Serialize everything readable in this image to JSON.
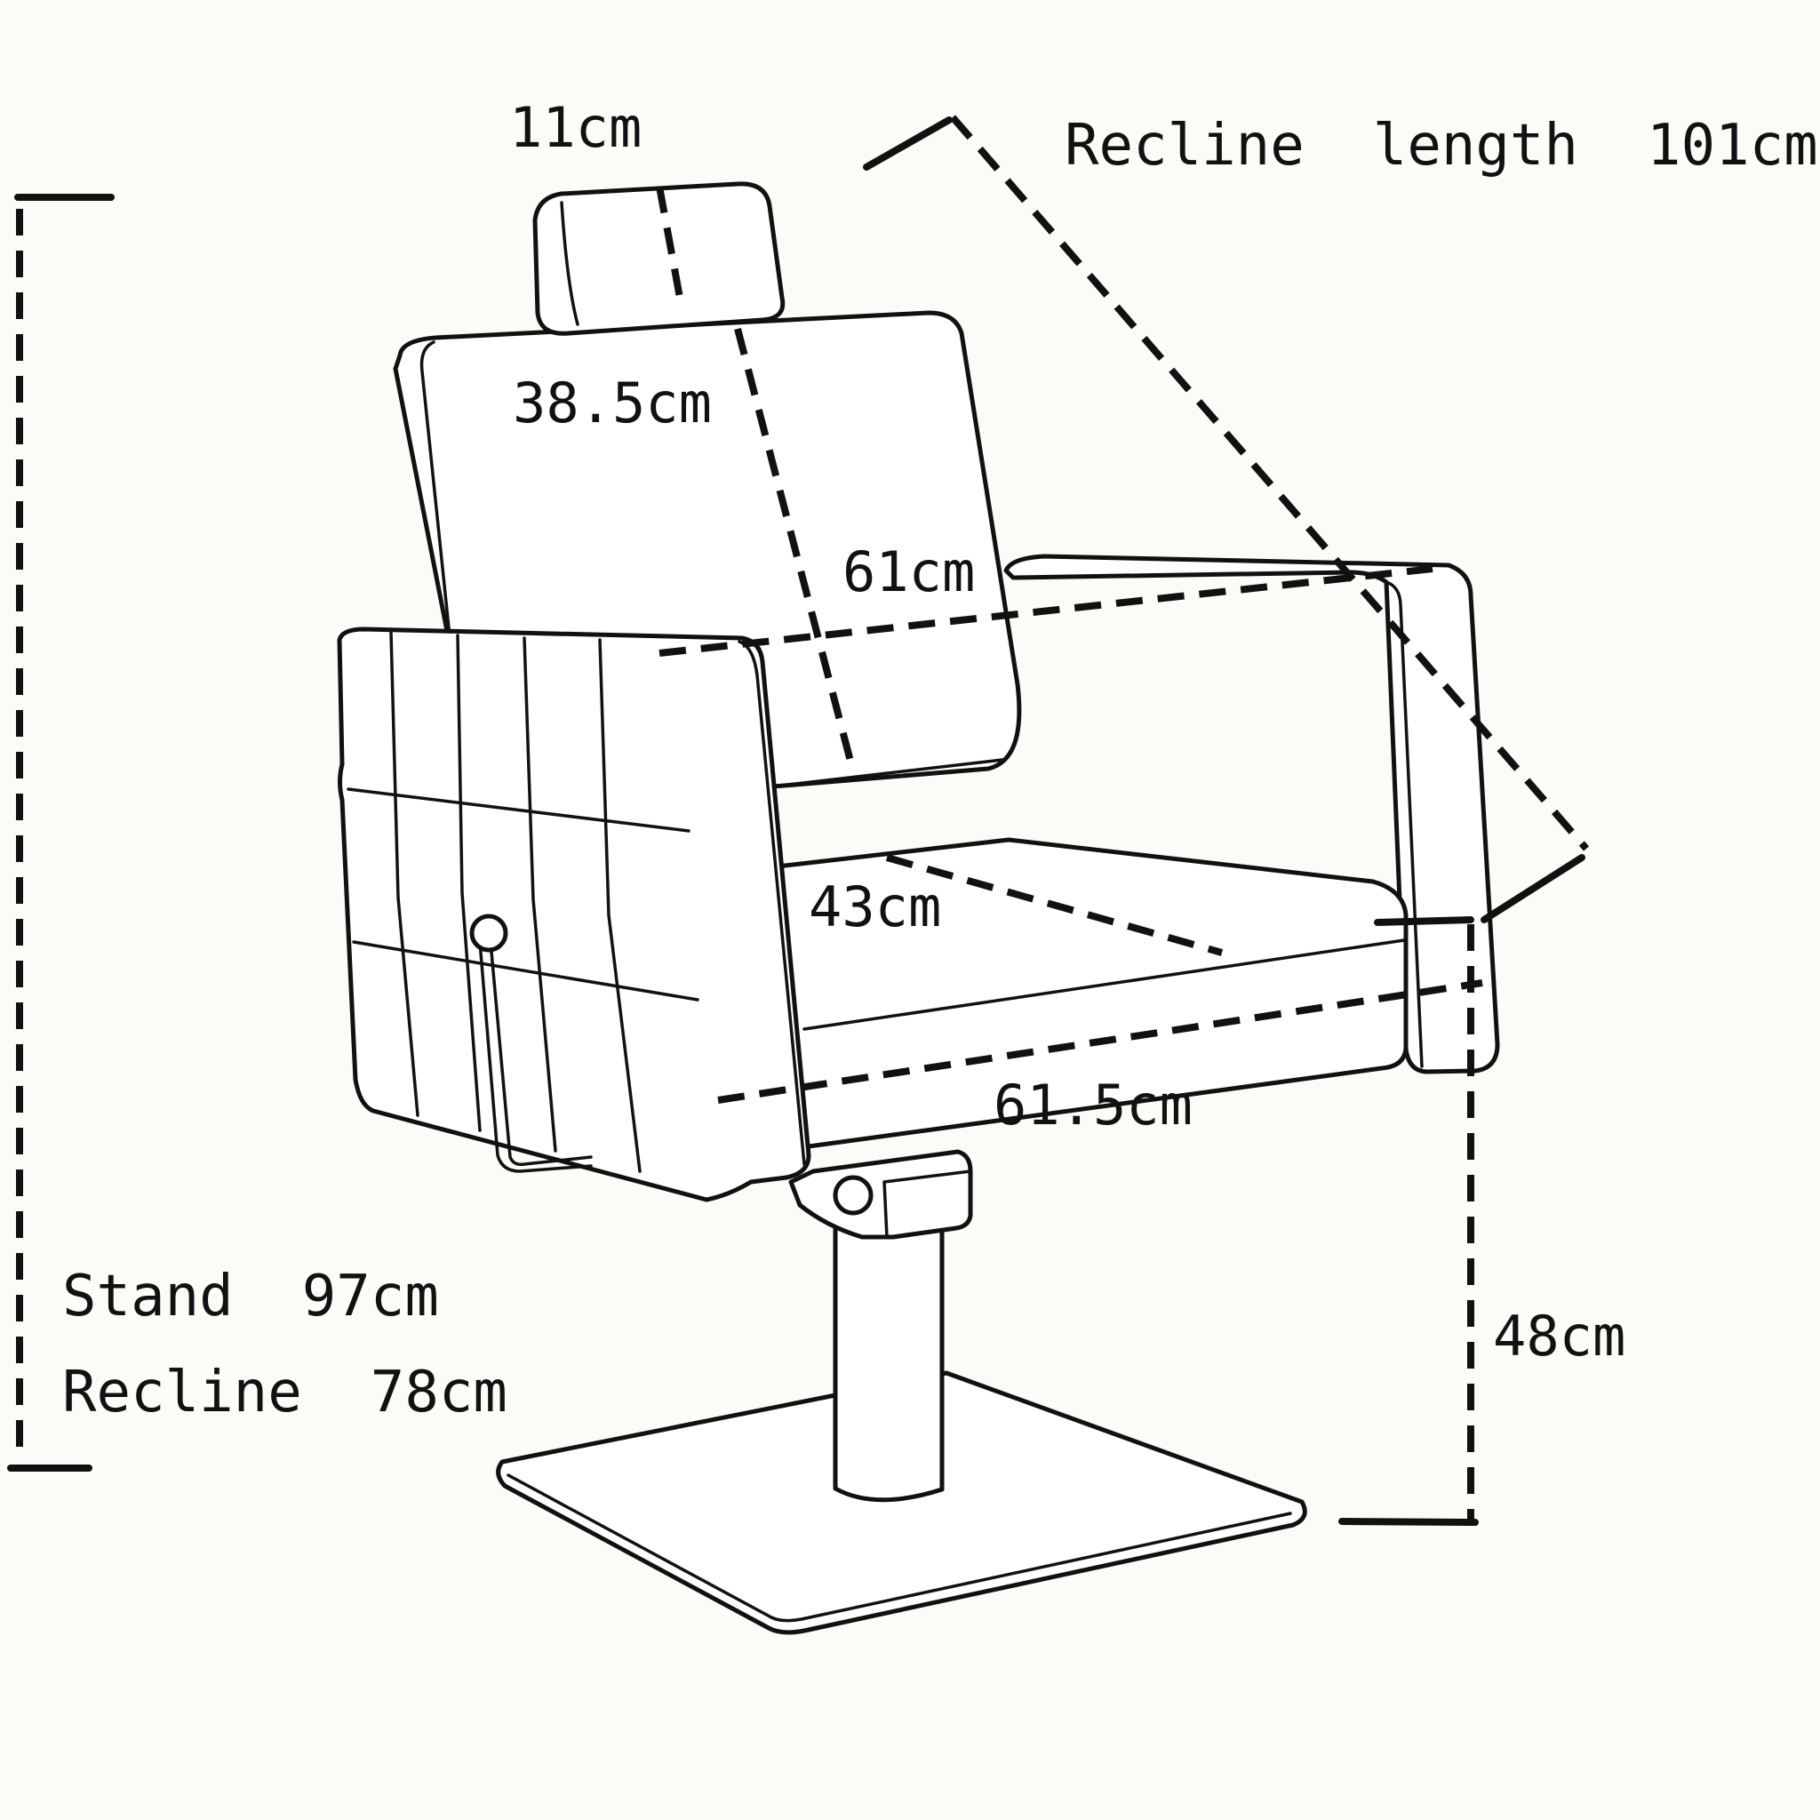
{
  "dimensions": {
    "headrest_width": "11cm",
    "recline_length": "Recline  length  101cm",
    "backrest_height": "38.5cm",
    "backrest_width": "61cm",
    "seat_depth": "43cm",
    "seat_width": "61.5cm",
    "seat_height": "48cm",
    "stand_height": "Stand  97cm",
    "recline_height": "Recline  78cm"
  },
  "colors": {
    "line": "#111111",
    "background": "#fbfbf8"
  }
}
